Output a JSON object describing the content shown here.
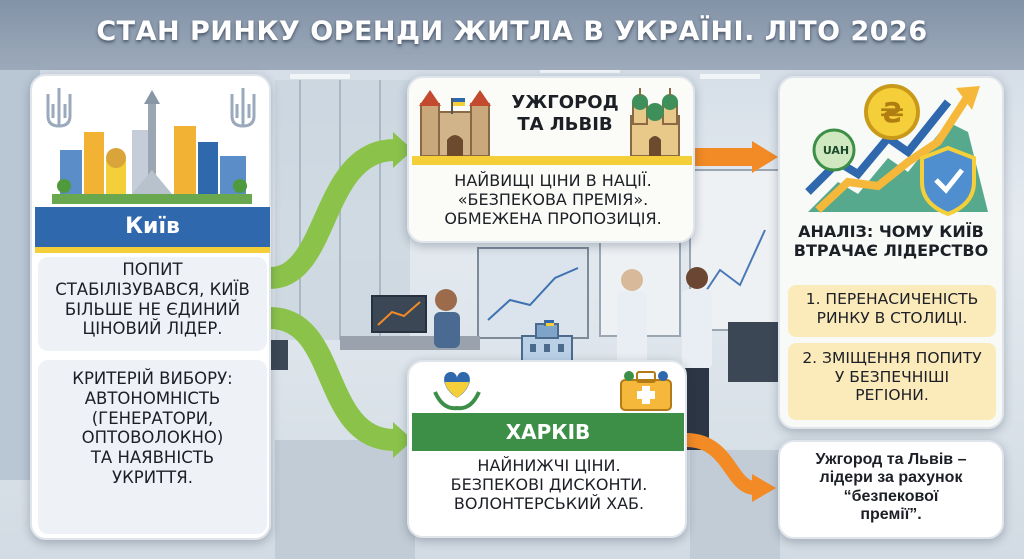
{
  "title": "СТАН РИНКУ ОРЕНДИ ЖИТЛА В УКРАЇНІ. ЛІТО 2026",
  "kyiv": {
    "name": "Київ",
    "text1": [
      "ПОПИТ",
      "СТАБІЛІЗУВАВСЯ, КИЇВ",
      "БІЛЬШЕ НЕ ЄДИНИЙ",
      "ЦІНОВИЙ ЛІДЕР."
    ],
    "text2": [
      "КРИТЕРІЙ ВИБОРУ:",
      "АВТОНОМНІСТЬ",
      "(ГЕНЕРАТОРИ,",
      "ОПТОВОЛОКНО)",
      "ТА НАЯВНІСТЬ",
      "УКРИТТЯ."
    ]
  },
  "west": {
    "name": [
      "УЖГОРОД",
      "ТА ЛЬВІВ"
    ],
    "text": [
      "НАЙВИЩІ ЦІНИ В НАЦІЇ.",
      "«БЕЗПЕКОВА ПРЕМІЯ».",
      "ОБМЕЖЕНА ПРОПОЗИЦІЯ."
    ]
  },
  "kharkiv": {
    "name": "ХАРКІВ",
    "text": [
      "НАЙНИЖЧІ ЦІНИ.",
      "БЕЗПЕКОВІ ДИСКОНТИ.",
      "ВОЛОНТЕРСЬКИЙ ХАБ."
    ]
  },
  "analysis": {
    "coin_label": "UAH",
    "heading": [
      "АНАЛІЗ: ЧОМУ КИЇВ",
      "ВТРАЧАЄ ЛІДЕРСТВО"
    ],
    "point1": [
      "1. ПЕРЕНАСИЧЕНІСТЬ",
      "РИНКУ В СТОЛИЦІ."
    ],
    "point2": [
      "2. ЗМІЩЕННЯ ПОПИТУ",
      "У БЕЗПЕЧНІШІ",
      "РЕГІОНИ."
    ]
  },
  "summary": [
    "Ужгород та Львів –",
    "лідери за рахунок",
    "“безпекової",
    "премії”."
  ],
  "colors": {
    "kyiv_blue": "#2f68ad",
    "ukraine_yellow": "#f5cf3a",
    "kharkiv_green": "#3d8f47",
    "arrow_green": "#8bc34a",
    "arrow_orange": "#f28a25",
    "analysis_panel": "#fbeaba"
  },
  "icons": [
    "kyiv-skyline-icon",
    "trident-icon",
    "castle-icon",
    "church-icon",
    "city-building-icon",
    "heart-hands-icon",
    "aid-kit-icon",
    "growth-chart-icon",
    "hryvnia-coin-icon",
    "shield-check-icon"
  ]
}
